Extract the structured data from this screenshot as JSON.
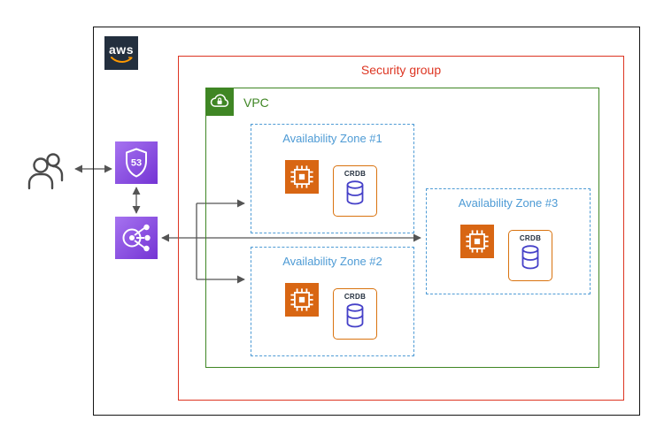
{
  "colors": {
    "outer_border": "#141414",
    "security_group_red": "#DD3522",
    "vpc_green": "#3F8624",
    "availability_zone_blue": "#4E9BD5",
    "ec2_orange": "#D86613",
    "crdb_box_orange": "#D9730F",
    "database_indigo": "#4540C8",
    "aws_navy": "#232F3E",
    "aws_orange": "#FF9900",
    "network_purple_light": "#A673F0",
    "network_purple_dark": "#7434D4",
    "connector_gray": "#545454"
  },
  "logo": {
    "text": "aws"
  },
  "left_rail": {
    "users_icon": "users-icon",
    "route53_icon": "route53-shield-icon",
    "route53_text": "53",
    "load_balancer_icon": "elastic-load-balancer-icon"
  },
  "diagram": {
    "security_group_label": "Security group",
    "vpc_label": "VPC",
    "zones": [
      {
        "label": "Availability Zone #1",
        "node_label": "CRDB",
        "instance_icon": "ec2-instance-icon",
        "database_icon": "database-cylinder-icon"
      },
      {
        "label": "Availability Zone #2",
        "node_label": "CRDB",
        "instance_icon": "ec2-instance-icon",
        "database_icon": "database-cylinder-icon"
      },
      {
        "label": "Availability Zone #3",
        "node_label": "CRDB",
        "instance_icon": "ec2-instance-icon",
        "database_icon": "database-cylinder-icon"
      }
    ]
  }
}
